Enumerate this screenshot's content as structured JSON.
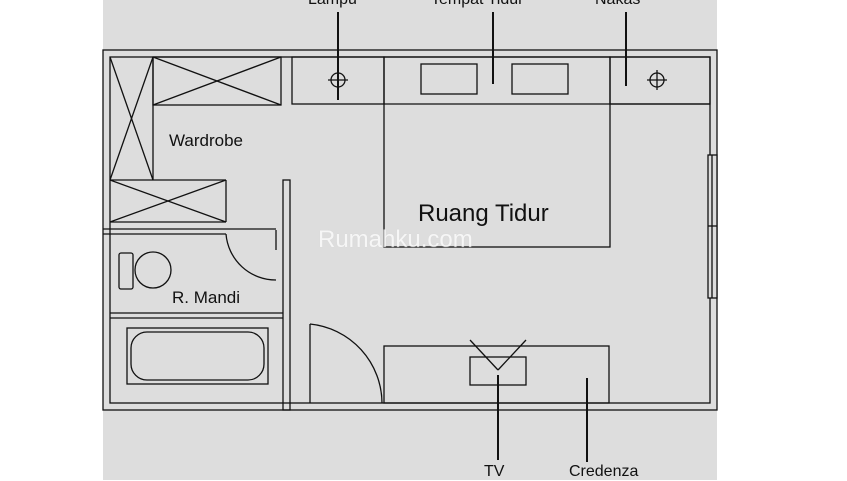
{
  "callouts": {
    "lampu": "Lampu",
    "tempat_tidur": "Tempat Tidur",
    "nakas": "Nakas",
    "tv": "TV",
    "credenza": "Credenza"
  },
  "rooms": {
    "wardrobe": "Wardrobe",
    "kamar_mandi": "R. Mandi",
    "ruang_tidur": "Ruang Tidur"
  },
  "watermark": "Rumahku.com",
  "colors": {
    "sheet": "#dddddd",
    "lines": "#111111",
    "watermark": "#ffffff"
  }
}
